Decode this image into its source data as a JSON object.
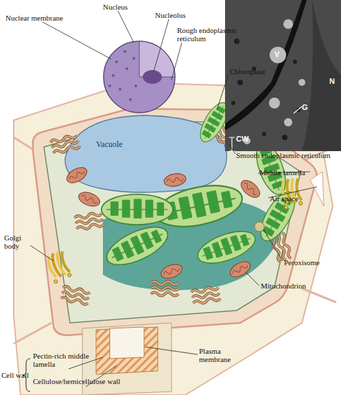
{
  "diagram": {
    "labels": [
      "Nuclear membrane",
      "Nucleus",
      "Nucleolus",
      "Rough endoplasmic reticulum",
      "Chloroplast",
      "Vacuole",
      "Smooth endoplasmic reticulum",
      "Middle lamella",
      "Air space",
      "Golgi body",
      "Peroxisome",
      "Mitochondrion",
      "Plasma membrane",
      "Cell wall",
      "Pectin-rich middle lamella",
      "Cellulose/hemicellulose wall",
      "V",
      "G",
      "N",
      "CW"
    ]
  }
}
